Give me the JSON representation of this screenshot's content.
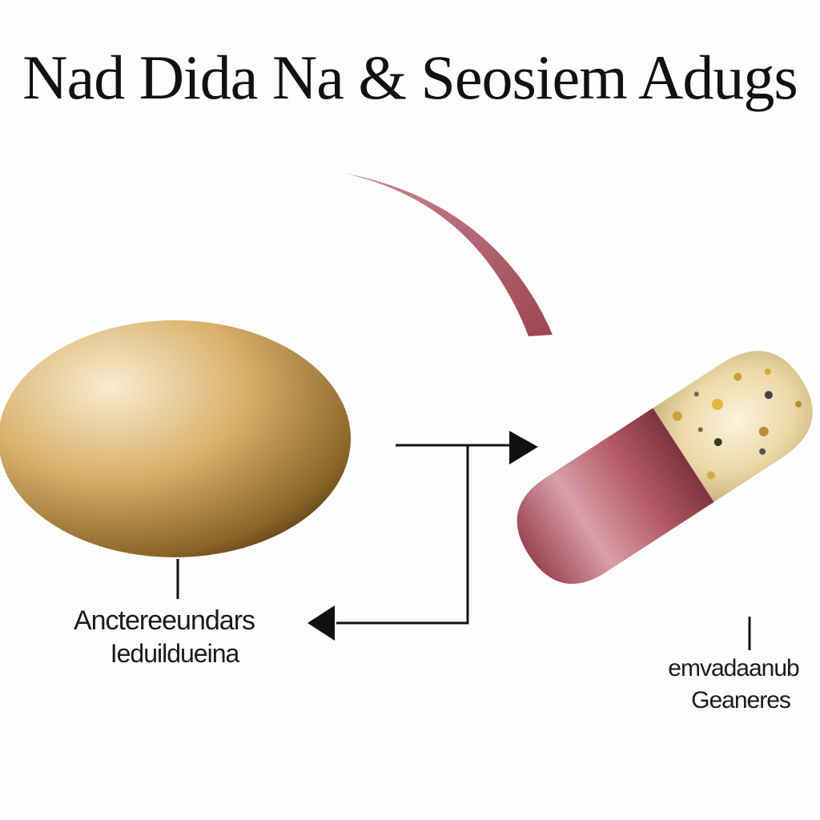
{
  "title": "Nad Dida Na & Seosiem Adugs",
  "labels": {
    "left_line1": "Anctereeundars",
    "left_line2": "Ieduildueina",
    "right_line1": "emvadaanub",
    "right_line2": "Geaneres"
  },
  "colors": {
    "oval_light": "#f7e6c4",
    "oval_mid": "#c89a4c",
    "oval_dark": "#6b4a18",
    "capsule_red": "#b45a66",
    "capsule_red_dark": "#8c3e4a",
    "capsule_cream": "#f3e6c3",
    "arrow": "#111111"
  },
  "icons": {
    "left_shape": "oval-pill-icon",
    "right_shape": "capsule-icon"
  }
}
